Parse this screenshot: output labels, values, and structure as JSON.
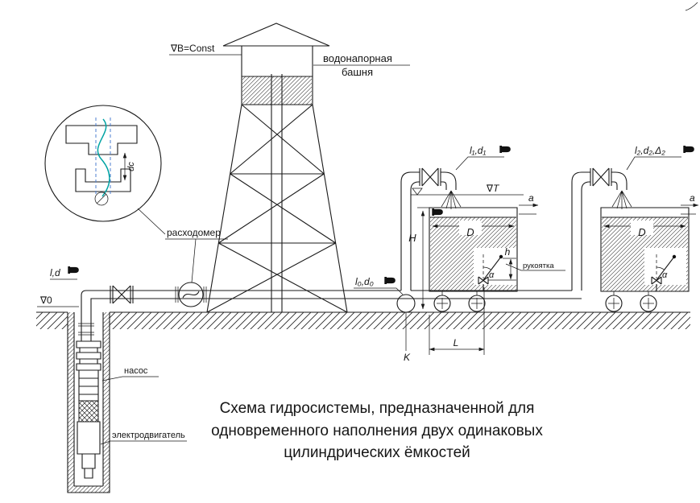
{
  "colors": {
    "ink": "#1a1a1a",
    "detail_centerline": "#4d7fd0",
    "detail_curve": "#00a3a3"
  },
  "tower": {
    "level_label": "∇B=Const",
    "title_line1": "водонапорная",
    "title_line2": "башня"
  },
  "detail": {
    "bore_label": "dc"
  },
  "flowmeter": {
    "label": "расходомер"
  },
  "pipes": {
    "left_segment": "l,d",
    "ground_level": "∇0",
    "main_segment": "l₀,d₀",
    "tank1_segment": "l₁,d₁",
    "tank2_segment": "l₂,d₂,Δ₂"
  },
  "well": {
    "pump": "насос",
    "motor": "электродвигатель"
  },
  "tank1": {
    "height_label": "H",
    "diameter_label": "D",
    "level_label": "∇T",
    "spout_height_label": "h",
    "angle_label": "α",
    "handle_label": "рукоятка",
    "section_label": "a"
  },
  "tank2": {
    "diameter_label": "D",
    "angle_label": "α",
    "section_label": "a"
  },
  "dimensions": {
    "k_label": "K",
    "l_label": "L"
  },
  "caption": {
    "line1": "Схема гидросистемы, предназначенной для",
    "line2": "одновременного наполнения двух одинаковых",
    "line3": "цилиндрических ёмкостей"
  }
}
